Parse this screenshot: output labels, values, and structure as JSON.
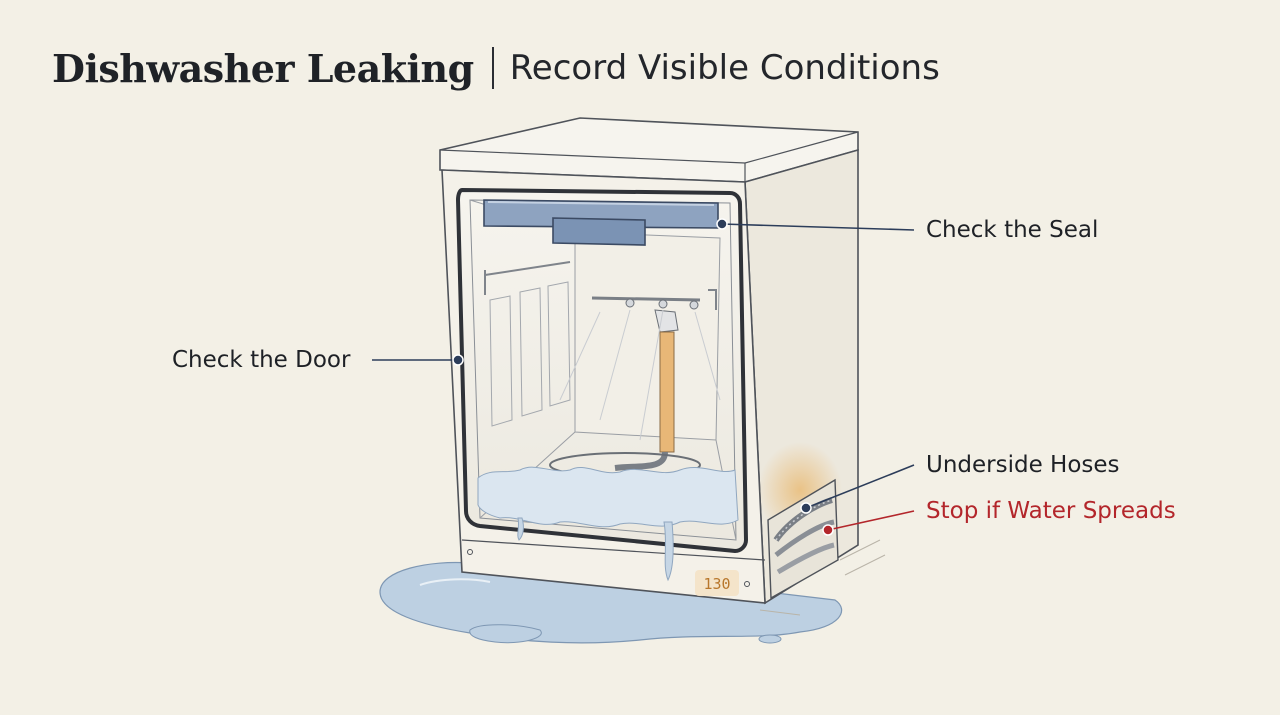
{
  "header": {
    "title": "Dishwasher Leaking",
    "subtitle": "Record Visible Conditions"
  },
  "callouts": {
    "seal": "Check the Seal",
    "door": "Check the Door",
    "hoses": "Underside Hoses",
    "stop": "Stop if Water Spreads"
  },
  "display": {
    "readout": "130"
  },
  "colors": {
    "background": "#f3f0e6",
    "accent_navy": "#2c3d5a",
    "warning_red": "#b3262b",
    "water": "#b9cde0"
  }
}
